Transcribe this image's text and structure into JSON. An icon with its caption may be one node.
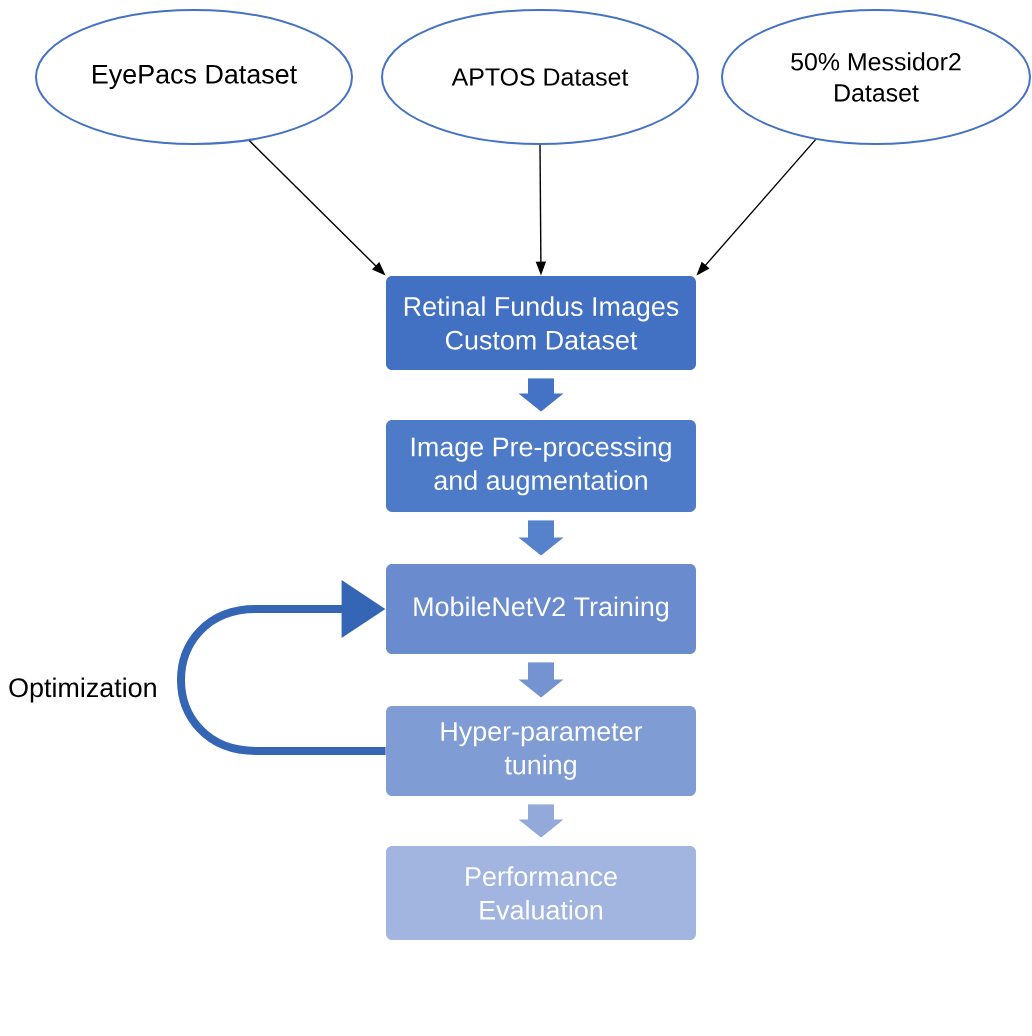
{
  "diagram": {
    "nodes": [
      {
        "text": [
          "EyePacs Dataset"
        ]
      },
      {
        "text": [
          "APTOS Dataset"
        ]
      },
      {
        "text": [
          "50% Messidor2 Dataset"
        ]
      },
      {
        "text": [
          "Retinal Fundus Images Custom Dataset"
        ]
      },
      {
        "text": [
          "Image Pre-processing and augmentation"
        ]
      },
      {
        "text": [
          "MobileNetV2 Training"
        ]
      },
      {
        "text": [
          "Hyper-parameter tuning"
        ]
      },
      {
        "text": [
          "Performance Evaluation"
        ]
      }
    ],
    "edges": [
      {
        "from": 0,
        "to": 3,
        "arrow": "to"
      },
      {
        "from": 1,
        "to": 3,
        "arrow": "to"
      },
      {
        "from": 2,
        "to": 3,
        "arrow": "to"
      },
      {
        "from": 3,
        "to": 4,
        "arrow": "to",
        "style": "thick",
        "color": "#4472c4"
      },
      {
        "from": 4,
        "to": 5,
        "arrow": "to",
        "style": "thick",
        "color": "#5682cb"
      },
      {
        "from": 5,
        "to": 6,
        "arrow": "to",
        "style": "thick",
        "color": "#7592d1"
      },
      {
        "from": 6,
        "to": 7,
        "arrow": "to",
        "style": "thick",
        "color": "#93a9da"
      },
      {
        "from": 6,
        "to": 5,
        "arrow": "to",
        "color": "#3565b5",
        "label": "Optimization"
      }
    ]
  }
}
